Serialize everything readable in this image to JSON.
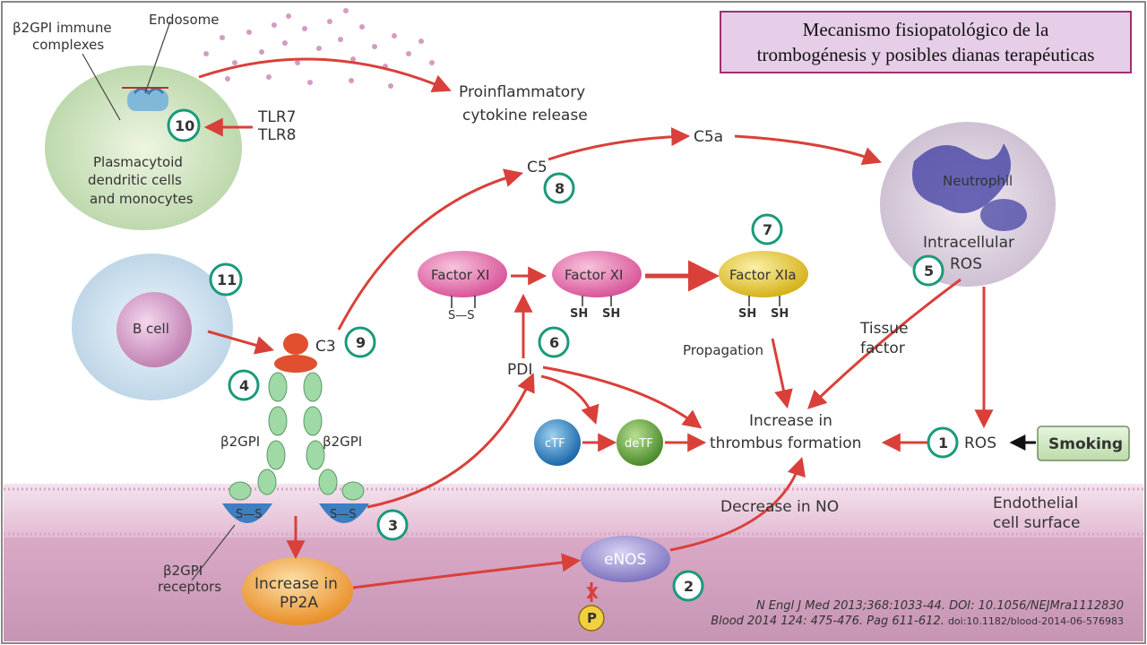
{
  "title": {
    "line1": "Mecanismo fisiopatológico de la",
    "line2": "trombogénesis y posibles dianas terapéuticas"
  },
  "labels": {
    "immune_complexes_1": "β2GPI immune",
    "immune_complexes_2": "complexes",
    "endosome": "Endosome",
    "proinflammatory_1": "Proinflammatory",
    "proinflammatory_2": "cytokine release",
    "tlr7": "TLR7",
    "tlr8": "TLR8",
    "pdc_1": "Plasmacytoid",
    "pdc_2": "dendritic cells",
    "pdc_3": "and monocytes",
    "c5": "C5",
    "c5a": "C5a",
    "neutrophil": "Neutrophil",
    "intracellular_1": "Intracellular",
    "intracellular_2": "ROS",
    "b_cell": "B cell",
    "c3": "C3",
    "factor_xi_1": "Factor XI",
    "factor_xi_2": "Factor XI",
    "factor_xia": "Factor XIa",
    "ss": "S—S",
    "sh": "SH",
    "pdi": "PDI",
    "propagation": "Propagation",
    "tissue_factor_1": "Tissue",
    "tissue_factor_2": "factor",
    "increase_thrombus_1": "Increase in",
    "increase_thrombus_2": "thrombus formation",
    "ros": "ROS",
    "smoking": "Smoking",
    "ctf": "cTF",
    "detf": "deTF",
    "b2gpi_left": "β2GPI",
    "b2gpi_right": "β2GPI",
    "endothelial_1": "Endothelial",
    "endothelial_2": "cell surface",
    "decrease_no": "Decrease in NO",
    "b2gpi_receptors_1": "β2GPI",
    "b2gpi_receptors_2": "receptors",
    "pp2a_1": "Increase in",
    "pp2a_2": "PP2A",
    "enos": "eNOS",
    "p": "P",
    "x_mark": "X"
  },
  "numbers": {
    "n1": "1",
    "n2": "2",
    "n3": "3",
    "n4": "4",
    "n5": "5",
    "n6": "6",
    "n7": "7",
    "n8": "8",
    "n9": "9",
    "n10": "10",
    "n11": "11"
  },
  "citation": {
    "line1": "N Engl J Med 2013;368:1033-44. DOI: 10.1056/NEJMra1112830",
    "line2": "Blood 2014 124: 475-476. Pag 611-612.",
    "doi": "doi:10.1182/blood-2014-06-576983"
  },
  "colors": {
    "arrow": "#d9403a",
    "number_ring": "#1a9a7a",
    "membrane": "#e8c6dc",
    "membrane_dark": "#c79ab8",
    "factor_xi": "#e97bb0",
    "factor_xia": "#e7cc3c",
    "ctf": "#2d7fbf",
    "detf": "#5a9a3a",
    "pp2a": "#f0a040",
    "enos": "#8a80c8",
    "smoking_bg": "#cfe8c3",
    "title_bg": "#e6cde8",
    "title_border": "#a03070"
  }
}
